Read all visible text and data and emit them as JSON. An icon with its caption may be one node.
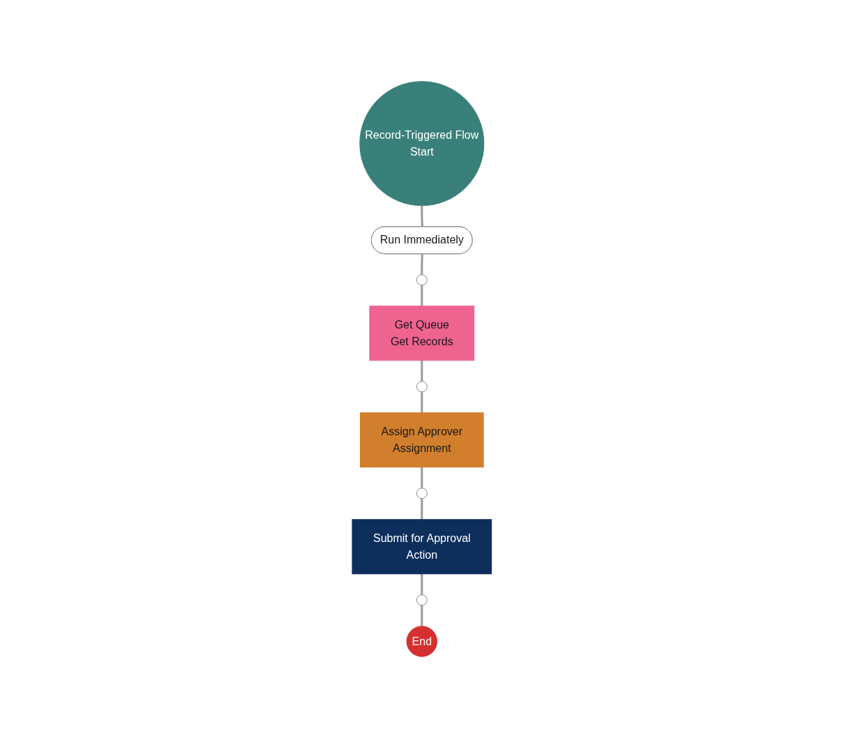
{
  "diagram": {
    "nodes": [
      {
        "text": [
          "Record-Triggered Flow",
          "Start"
        ]
      },
      {
        "text": [
          "Run Immediately"
        ]
      },
      {
        "text": [],
        "shape": "circle"
      },
      {
        "text": [
          "Get Queue",
          "Get Records"
        ]
      },
      {
        "text": [],
        "shape": "circle"
      },
      {
        "text": [
          "Assign Approver",
          "Assignment"
        ]
      },
      {
        "text": [],
        "shape": "circle"
      },
      {
        "text": [
          "Submit for Approval",
          "Action"
        ]
      },
      {
        "text": [],
        "shape": "circle"
      },
      {
        "text": [
          "End"
        ]
      }
    ],
    "edges": [
      {
        "from": 0,
        "to": 1,
        "arrow": "none"
      },
      {
        "from": 1,
        "to": 2,
        "arrow": "none"
      },
      {
        "from": 2,
        "to": 3,
        "arrow": "none"
      },
      {
        "from": 3,
        "to": 4,
        "arrow": "none"
      },
      {
        "from": 4,
        "to": 5,
        "arrow": "none"
      },
      {
        "from": 5,
        "to": 6,
        "arrow": "none"
      },
      {
        "from": 6,
        "to": 7,
        "arrow": "none"
      },
      {
        "from": 7,
        "to": 8,
        "arrow": "none"
      },
      {
        "from": 8,
        "to": 9,
        "arrow": "none"
      }
    ]
  }
}
